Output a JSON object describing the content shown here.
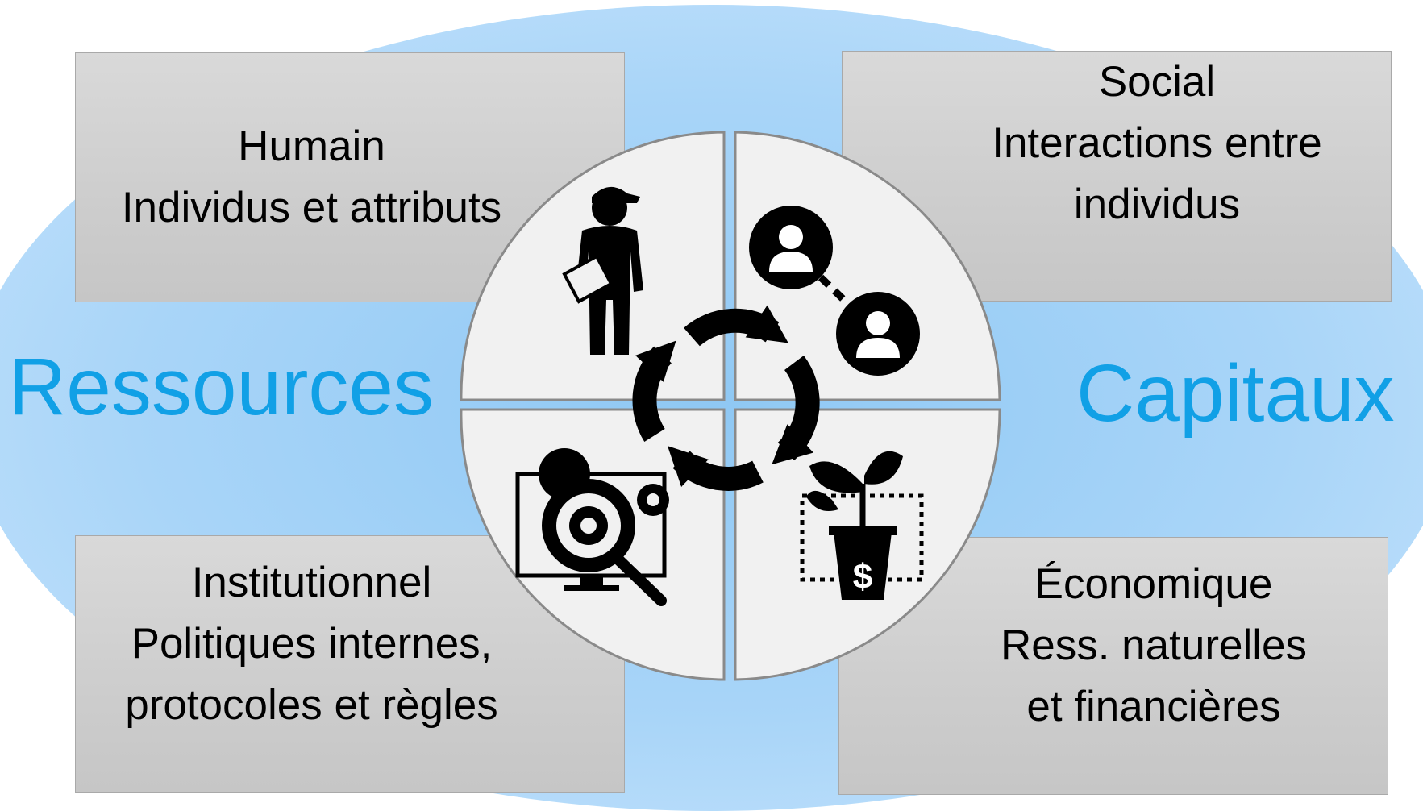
{
  "quadrants": {
    "humain": {
      "title": "Humain",
      "desc": "Individus et attributs",
      "icon": "person-worker-icon"
    },
    "social": {
      "title": "Social",
      "desc1": "Interactions entre",
      "desc2": "individus",
      "icon": "connected-people-icon"
    },
    "institutionnel": {
      "title": "Institutionnel",
      "desc1": "Politiques internes,",
      "desc2": "protocoles et règles",
      "icon": "gear-magnifier-monitor-icon"
    },
    "economique": {
      "title": "Économique",
      "desc1": "Ress. naturelles",
      "desc2": "et financières",
      "icon": "money-plant-icon"
    }
  },
  "side_labels": {
    "left": "Ressources",
    "right": "Capitaux"
  },
  "center_icon": "cycle-arrows-icon",
  "dollar_sign": "$",
  "colors": {
    "background_ellipse": "#a9d5f8",
    "label_blue": "#11a0e6",
    "box_gray": "#d0d0d0",
    "wheel_fill": "#f1f1f1",
    "icon_black": "#000000"
  }
}
